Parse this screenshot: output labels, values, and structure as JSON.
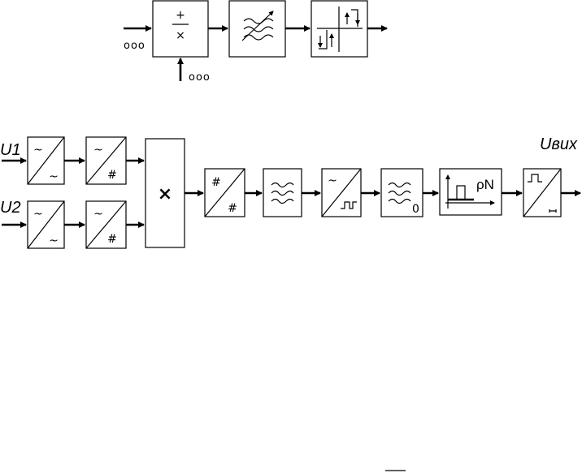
{
  "top_diagram": {
    "input_dots_left": "ooo",
    "input_dots_bottom": "ooo",
    "sum_mult_plus": "+",
    "sum_mult_times": "×"
  },
  "main_diagram": {
    "input1_label": "U1",
    "input2_label": "U2",
    "output_label": "Uвих",
    "multiplier_symbol": "×",
    "pn_label": "ρN",
    "filter0_subscript": "0",
    "tilde": "~",
    "hash": "#"
  }
}
